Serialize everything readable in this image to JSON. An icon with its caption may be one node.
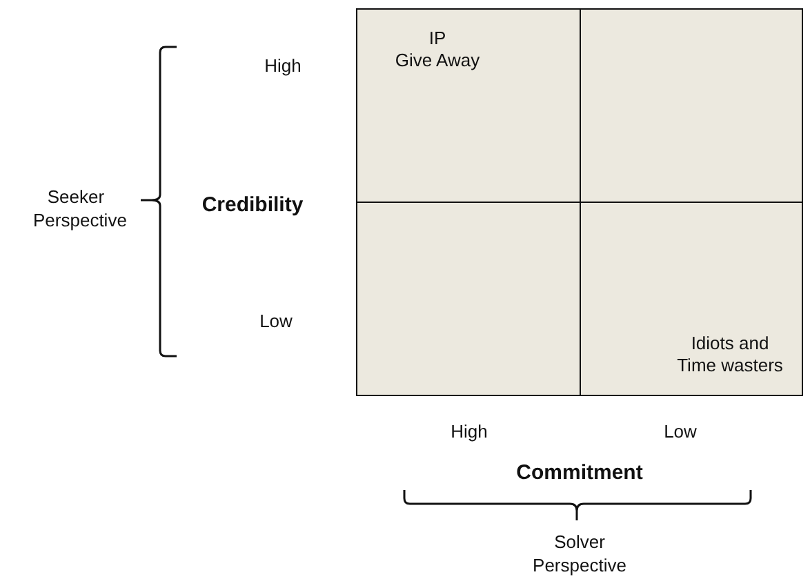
{
  "diagram": {
    "nodes": [
      {
        "text": [
          "IP",
          "Give Away"
        ]
      },
      {
        "text": [],
        "shape": "box"
      },
      {
        "text": [],
        "shape": "box"
      },
      {
        "text": [
          "Idiots and Time wasters"
        ]
      }
    ],
    "labels": [
      "High",
      "Seeker Perspective",
      "Credibility",
      "Low",
      "High",
      "Low",
      "Commitment",
      "Solver Perspective"
    ]
  }
}
